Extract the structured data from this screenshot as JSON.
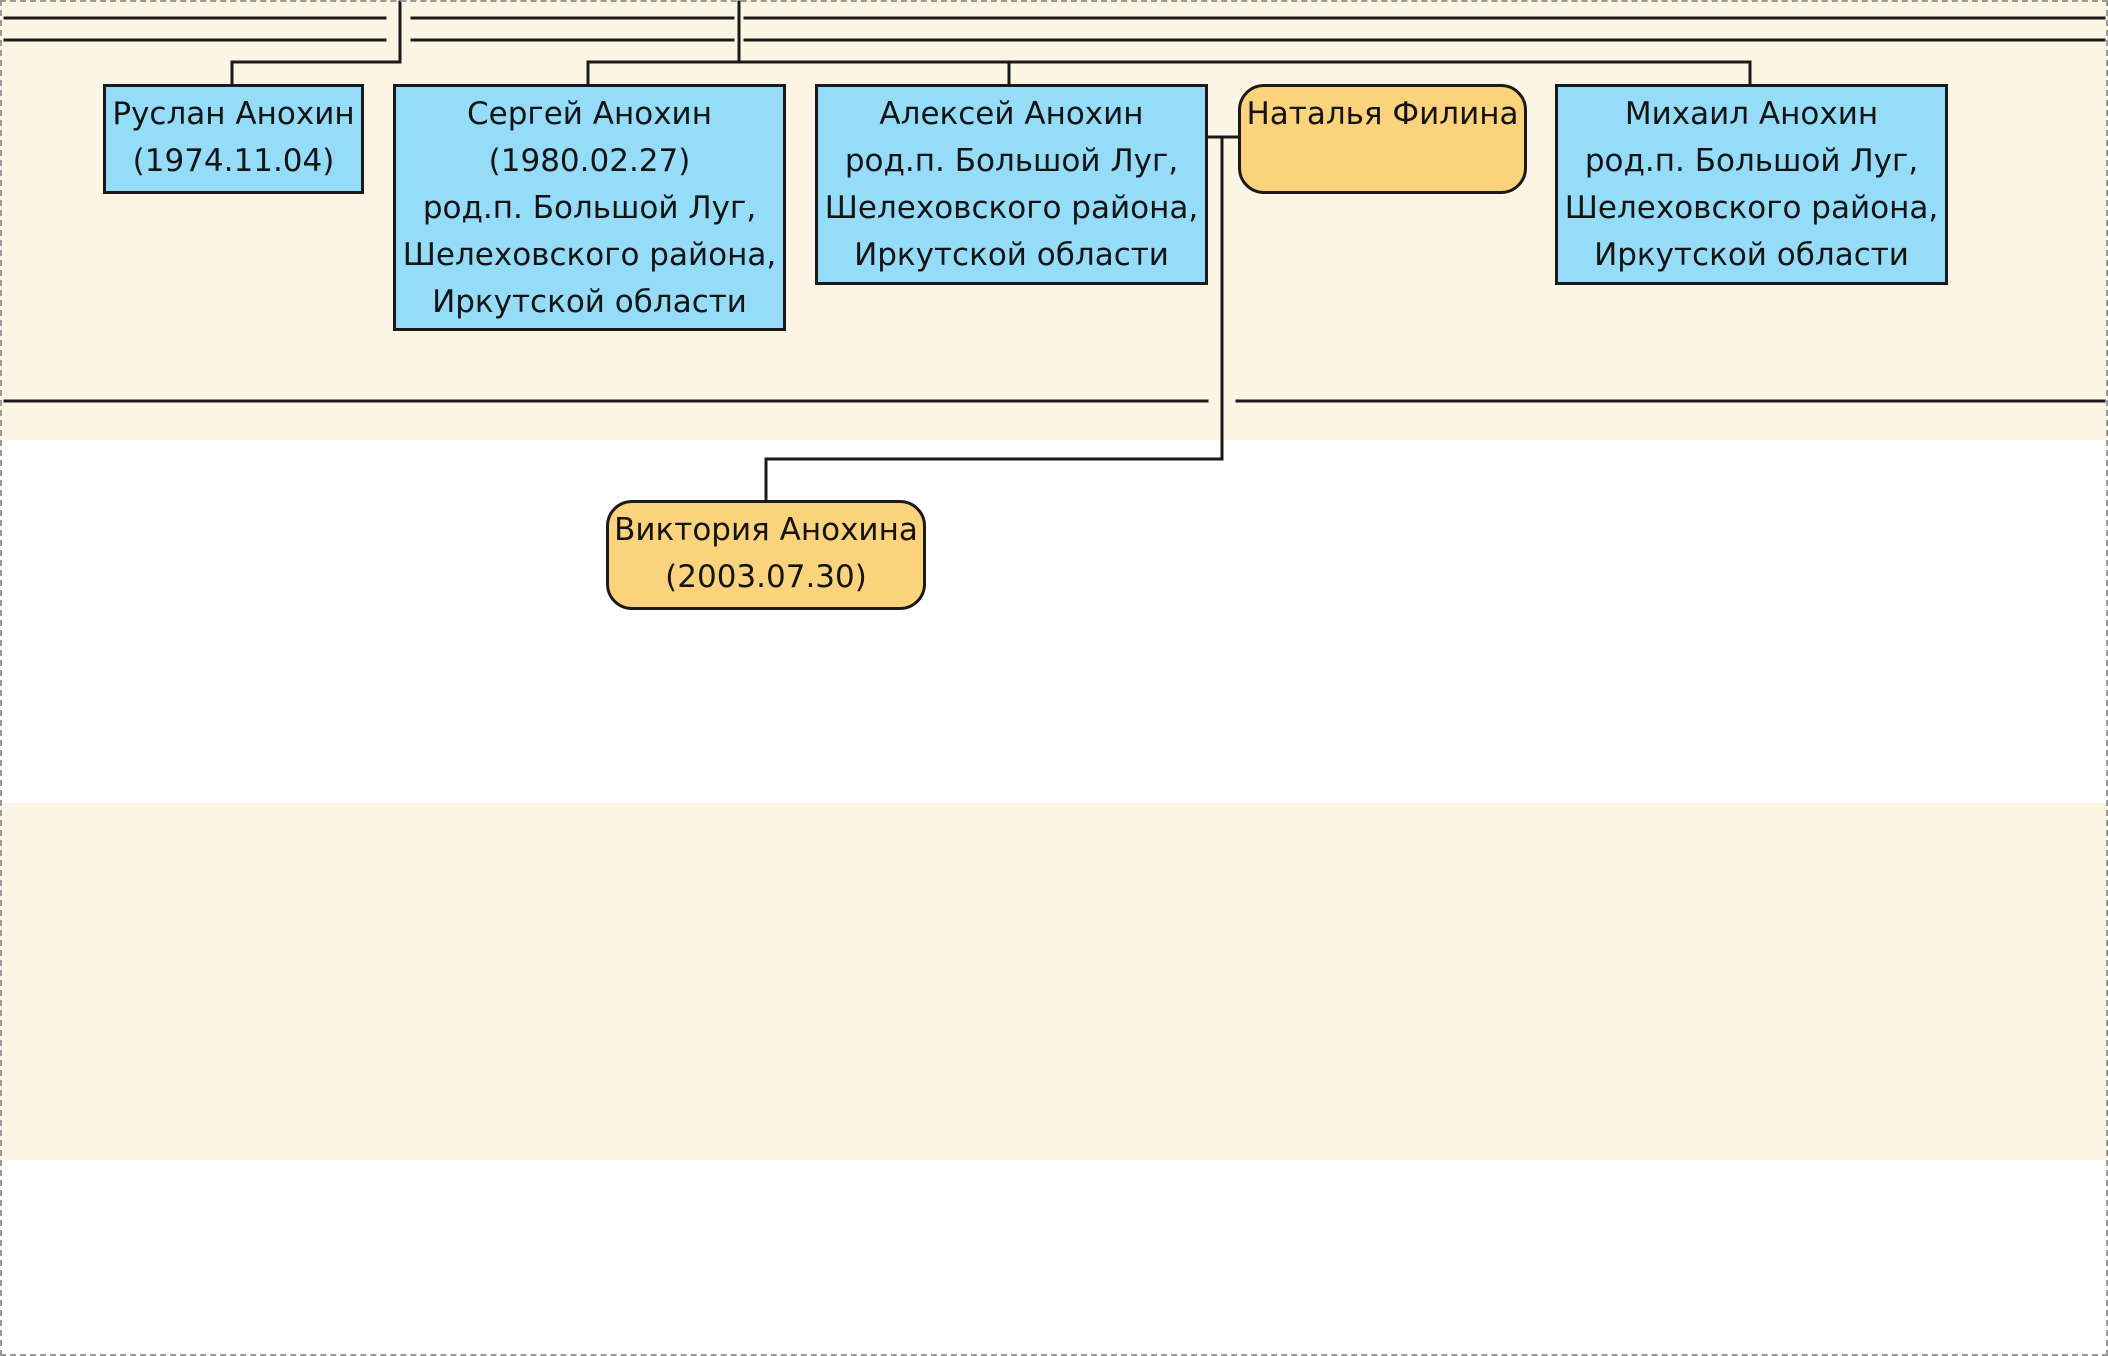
{
  "colors": {
    "male_fill": "#94dcf8",
    "female_fill": "#fbd37d",
    "band": "#fdf5e4",
    "line": "#1a1a1a"
  },
  "people": {
    "ruslan": {
      "lines": [
        "Руслан Анохин",
        "(1974.11.04)"
      ],
      "gender": "male"
    },
    "sergey": {
      "lines": [
        "Сергей Анохин",
        "(1980.02.27)",
        "род.п. Большой Луг,",
        "Шелеховского района,",
        "Иркутской области"
      ],
      "gender": "male"
    },
    "aleksey": {
      "lines": [
        "Алексей Анохин",
        "род.п. Большой Луг,",
        "Шелеховского района,",
        "Иркутской области"
      ],
      "gender": "male"
    },
    "natalya": {
      "lines": [
        "Наталья Филина"
      ],
      "gender": "female"
    },
    "mikhail": {
      "lines": [
        "Михаил Анохин",
        "род.п. Большой Луг,",
        "Шелеховского района,",
        "Иркутской области"
      ],
      "gender": "male"
    },
    "viktoriya": {
      "lines": [
        "Виктория Анохина",
        "(2003.07.30)"
      ],
      "gender": "female"
    }
  }
}
